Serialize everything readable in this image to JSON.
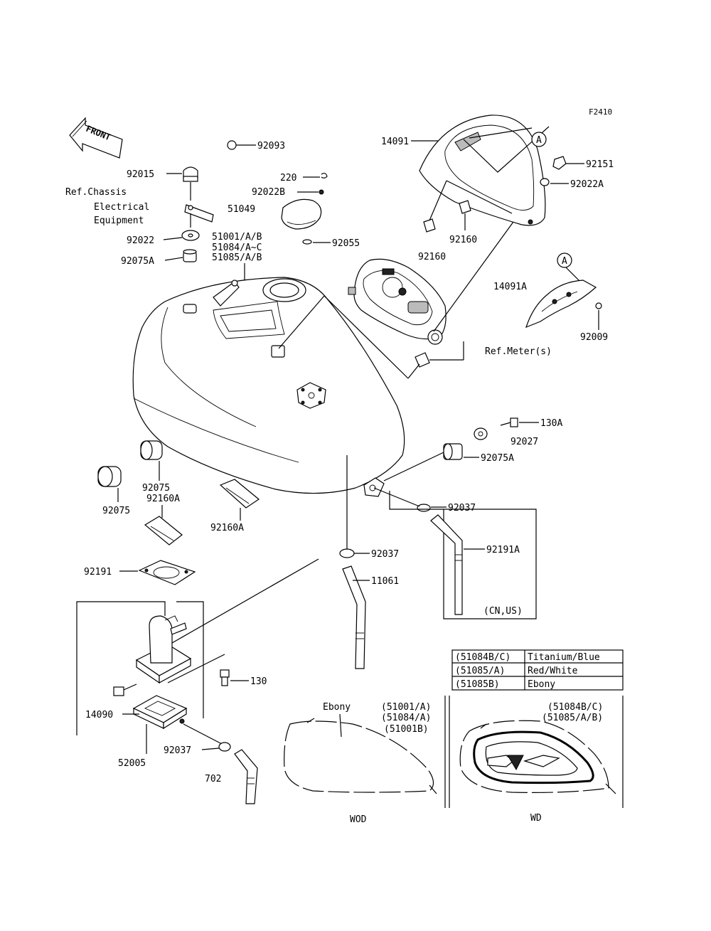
{
  "figure_code": "F2410",
  "front_label": "FRONT",
  "callouts": [
    {
      "id": "c92093",
      "text": "92093"
    },
    {
      "id": "c92015",
      "text": "92015"
    },
    {
      "id": "c220",
      "text": "220"
    },
    {
      "id": "c92022B",
      "text": "92022B"
    },
    {
      "id": "c51049",
      "text": "51049"
    },
    {
      "id": "c92022",
      "text": "92022"
    },
    {
      "id": "c51001",
      "text": "51001/A/B"
    },
    {
      "id": "c51084",
      "text": "51084/A~C"
    },
    {
      "id": "c51085",
      "text": "51085/A/B"
    },
    {
      "id": "c92055",
      "text": "92055"
    },
    {
      "id": "c92075A_top",
      "text": "92075A"
    },
    {
      "id": "c14091",
      "text": "14091"
    },
    {
      "id": "c92151",
      "text": "92151"
    },
    {
      "id": "c92022A",
      "text": "92022A"
    },
    {
      "id": "c92160_a",
      "text": "92160"
    },
    {
      "id": "c92160_b",
      "text": "92160"
    },
    {
      "id": "c14091A",
      "text": "14091A"
    },
    {
      "id": "c92009",
      "text": "92009"
    },
    {
      "id": "c130A",
      "text": "130A"
    },
    {
      "id": "c92027",
      "text": "92027"
    },
    {
      "id": "c92075A_r",
      "text": "92075A"
    },
    {
      "id": "c92075_a",
      "text": "92075"
    },
    {
      "id": "c92160A_a",
      "text": "92160A"
    },
    {
      "id": "c92075_b",
      "text": "92075"
    },
    {
      "id": "c92160A_b",
      "text": "92160A"
    },
    {
      "id": "c92037_a",
      "text": "92037"
    },
    {
      "id": "c92191A",
      "text": "92191A"
    },
    {
      "id": "c92037_b",
      "text": "92037"
    },
    {
      "id": "c11061",
      "text": "11061"
    },
    {
      "id": "c92191",
      "text": "92191"
    },
    {
      "id": "c130",
      "text": "130"
    },
    {
      "id": "c14090",
      "text": "14090"
    },
    {
      "id": "c92037_c",
      "text": "92037"
    },
    {
      "id": "c52005",
      "text": "52005"
    },
    {
      "id": "c702",
      "text": "702"
    }
  ],
  "references": {
    "ref_chassis": "Ref.Chassis",
    "electrical": "Electrical",
    "equipment": "Equipment",
    "ref_meter": "Ref.Meter(s)",
    "cn_us": "(CN,US)"
  },
  "marker_a": "A",
  "color_table": [
    {
      "code": "(51084B/C)",
      "color": "Titanium/Blue"
    },
    {
      "code": "(51085/A)",
      "color": "Red/White"
    },
    {
      "code": "(51085B)",
      "color": "Ebony"
    }
  ],
  "wod_panel": {
    "ebony": "Ebony",
    "codes": [
      "(51001/A)",
      "(51084/A)",
      "(51001B)"
    ],
    "label": "WOD"
  },
  "wd_panel": {
    "codes": [
      "(51084B/C)",
      "(51085/A/B)"
    ],
    "label": "WD"
  }
}
